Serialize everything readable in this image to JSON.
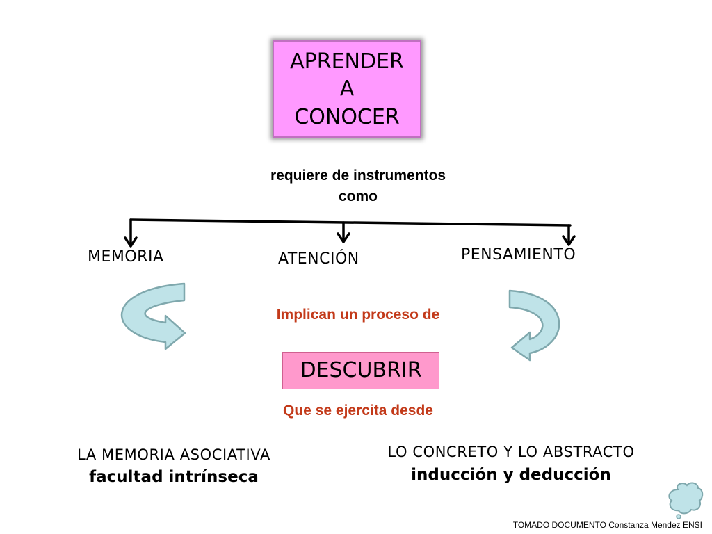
{
  "title": {
    "lines": [
      "APRENDER",
      "A",
      "CONOCER"
    ]
  },
  "connector_text": {
    "line1": "requiere de instrumentos",
    "line2": "como"
  },
  "instruments": [
    "MEMORIA",
    "ATENCIÓN",
    "PENSAMIENTO"
  ],
  "process_text": "Implican un proceso de",
  "process_box": "DESCUBRIR",
  "exercise_text": "Que se ejercita desde",
  "left_branch": {
    "heading": "LA MEMORIA ASOCIATIVA",
    "sub": "facultad intrínseca"
  },
  "right_branch": {
    "heading": "LO CONCRETO Y LO ABSTRACTO",
    "sub": "inducción y deducción"
  },
  "credit": "TOMADO DOCUMENTO Constanza Mendez ENSI",
  "colors": {
    "title_box": "#ff99ff",
    "process_box": "#ff99cc",
    "red_text": "#c33a1a",
    "arrow_fill": "#bfe3e8"
  },
  "icons": [
    "arrow-down-icon",
    "curved-arrow-icon",
    "speech-cloud-icon"
  ]
}
